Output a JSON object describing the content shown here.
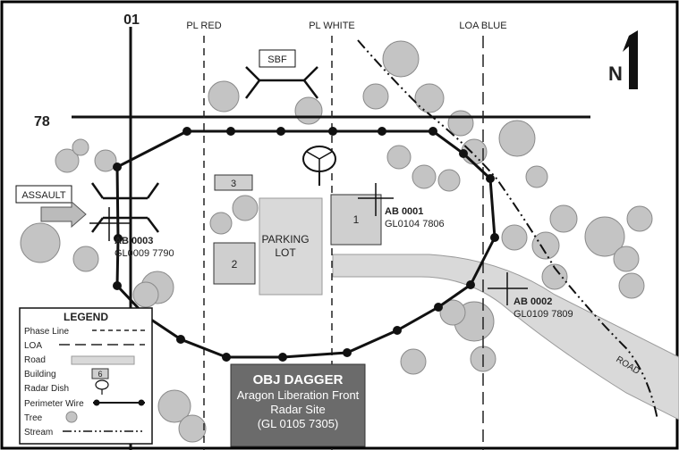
{
  "grid": {
    "easting": "01",
    "northing": "78"
  },
  "phase_lines": {
    "red": "PL RED",
    "white": "PL WHITE"
  },
  "loa": "LOA BLUE",
  "north": "N",
  "sbf": "SBF",
  "assault": "ASSAULT",
  "parking": {
    "line1": "PARKING",
    "line2": "LOT"
  },
  "road": "ROAD",
  "buildings": {
    "b1": "1",
    "b2": "2",
    "b3": "3"
  },
  "points": [
    {
      "id": "AB 0001",
      "grid": "GL0104 7806"
    },
    {
      "id": "AB 0002",
      "grid": "GL0109 7809"
    },
    {
      "id": "AB 0003",
      "grid": "GL0009 7790"
    }
  ],
  "objective": {
    "name": "OBJ DAGGER",
    "line1": "Aragon Liberation Front",
    "line2": "Radar Site",
    "line3": "(GL 0105 7305)"
  },
  "legend": {
    "title": "LEGEND",
    "phase_line": "Phase Line",
    "loa": "LOA",
    "road": "Road",
    "building": "Building",
    "building_sample": "6",
    "radar_dish": "Radar Dish",
    "perimeter_wire": "Perimeter Wire",
    "tree": "Tree",
    "stream": "Stream"
  },
  "colors": {
    "road": "#d9d9d9",
    "building": "#cfcfcf",
    "objective": "#6b6b6b",
    "tree": "#bdbdbd",
    "wire": "#111111"
  }
}
